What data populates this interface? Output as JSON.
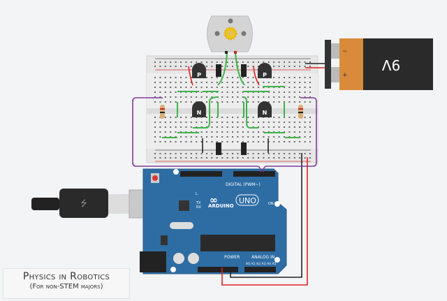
{
  "caption": {
    "title": "Physics in Robotics",
    "subtitle": "(For non-STEM majors)"
  },
  "battery": {
    "label": "9V",
    "minus": "−",
    "plus": "+"
  },
  "transistors": {
    "p_label": "P",
    "n_label": "N"
  },
  "arduino": {
    "brand": "ARDUINO",
    "model": "UNO",
    "digital_label": "DIGITAL (PWM~)",
    "power_label": "POWER",
    "analog_label": "ANALOG IN",
    "on_label": "ON",
    "l_label": "L",
    "tx_label": "TX",
    "rx_label": "RX",
    "analog_pins": [
      "A0",
      "A1",
      "A2",
      "A3",
      "A4",
      "A5"
    ]
  },
  "colors": {
    "board": "#2e6da4",
    "wire_green": "#3cb54a",
    "wire_red": "#e02020",
    "wire_purple": "#7d3c98",
    "wire_black": "#222222",
    "battery": "#d98a3a"
  },
  "icons": {
    "motor": "dc-motor-icon",
    "usb": "usb-icon"
  }
}
